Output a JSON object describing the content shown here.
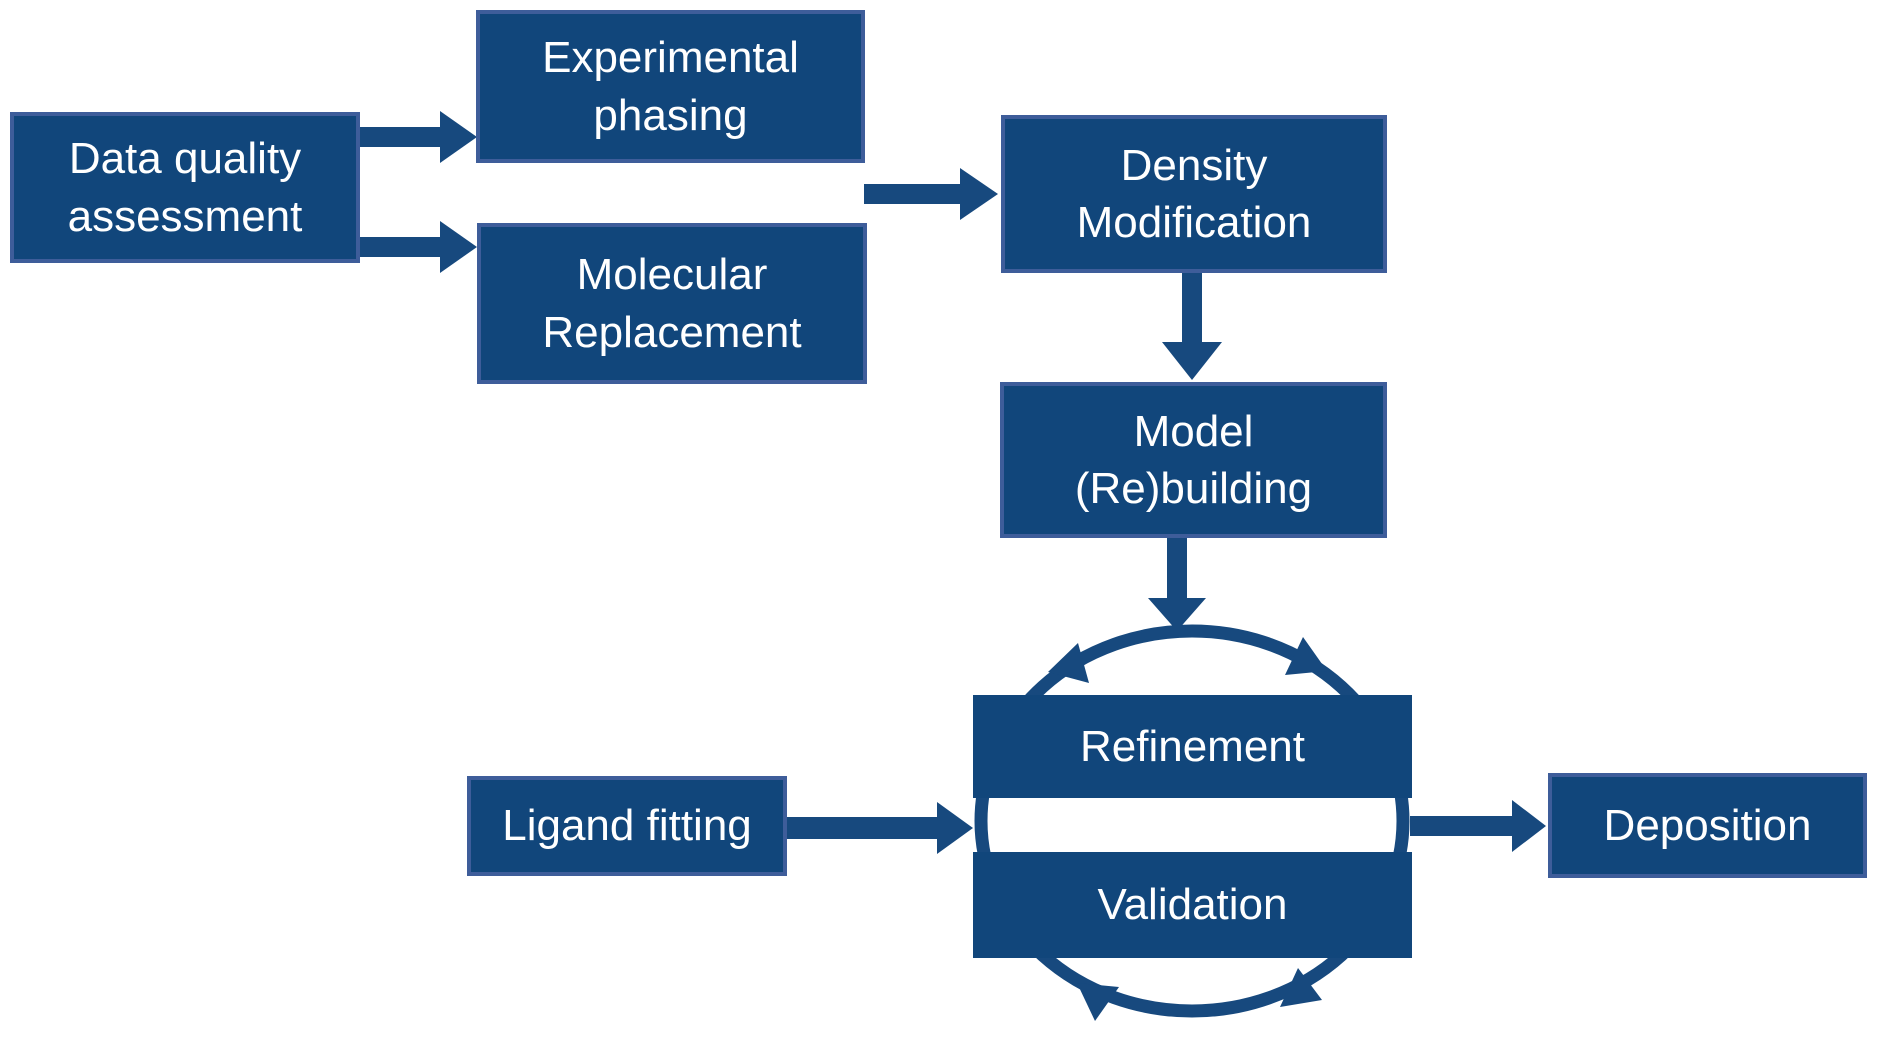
{
  "diagram": {
    "type": "flowchart",
    "description": "Crystallography structure-solution workflow",
    "colors": {
      "box_fill": "#11467B",
      "box_border": "#3E5D9A",
      "arrow": "#17497E",
      "text": "#FFFFFF",
      "background": "#FFFFFF"
    }
  },
  "boxes": {
    "data_quality": {
      "line1": "Data quality",
      "line2": "assessment"
    },
    "experimental_phasing": {
      "line1": "Experimental",
      "line2": "phasing"
    },
    "molecular_replacement": {
      "line1": "Molecular",
      "line2": "Replacement"
    },
    "density_modification": {
      "line1": "Density",
      "line2": "Modification"
    },
    "model_rebuilding": {
      "line1": "Model",
      "line2": "(Re)building"
    },
    "refinement": {
      "line1": "Refinement"
    },
    "validation": {
      "line1": "Validation"
    },
    "ligand_fitting": {
      "line1": "Ligand fitting"
    },
    "deposition": {
      "line1": "Deposition"
    }
  },
  "edges": [
    {
      "from": "Data quality assessment",
      "to": "Experimental phasing"
    },
    {
      "from": "Data quality assessment",
      "to": "Molecular Replacement"
    },
    {
      "from": "Experimental phasing / Molecular Replacement",
      "to": "Density Modification"
    },
    {
      "from": "Density Modification",
      "to": "Model (Re)building"
    },
    {
      "from": "Model (Re)building",
      "to": "Refinement-Validation cycle"
    },
    {
      "from": "Ligand fitting",
      "to": "Refinement-Validation cycle"
    },
    {
      "from": "Refinement-Validation cycle",
      "to": "Deposition"
    }
  ],
  "cycle": {
    "members": [
      "Refinement",
      "Validation"
    ],
    "style": "circular arrows around boxes"
  }
}
